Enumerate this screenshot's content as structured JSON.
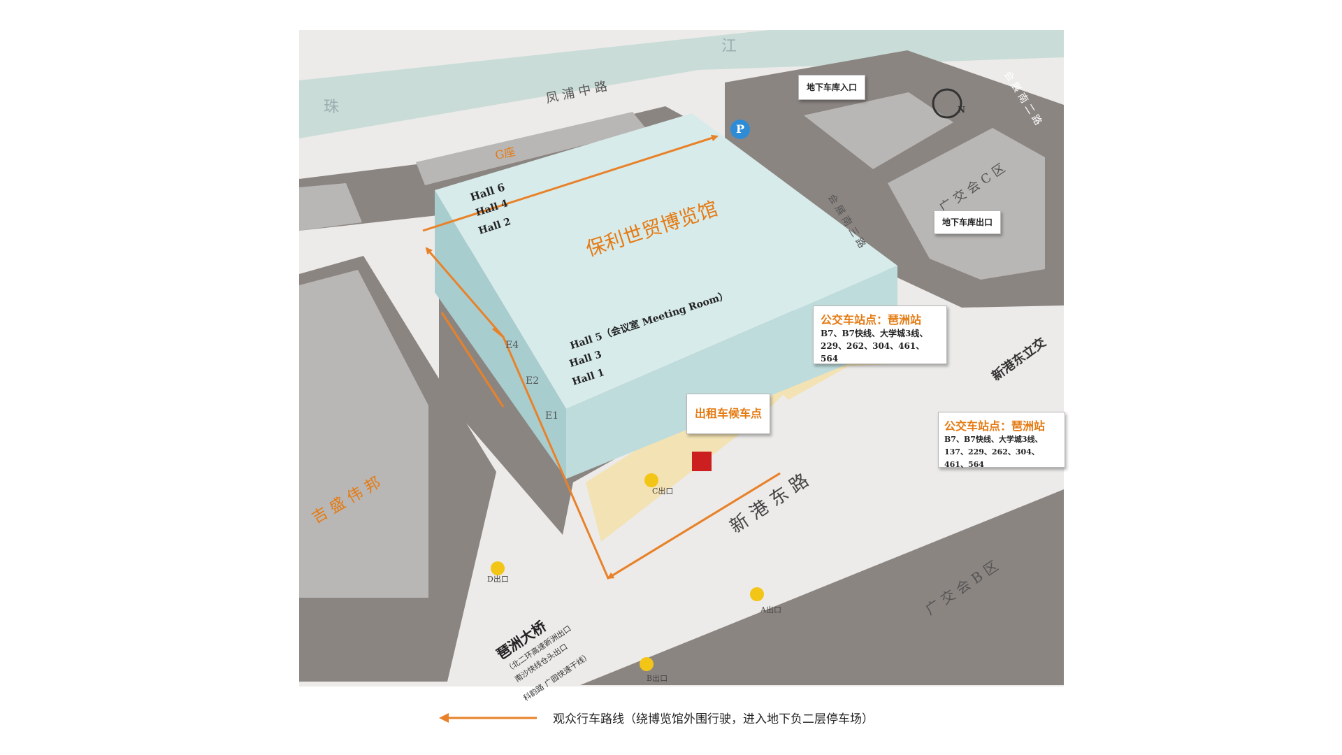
{
  "labels": {
    "zhujiang_zhu": "珠",
    "zhujiang_jiang": "江",
    "fengpu_road": "凤 浦 中 路",
    "g_zone": "G座",
    "building_name": "保利世贸博览馆",
    "huizhan_nan_san": "会 展 南 三 路",
    "huizhan_nan_er": "会 展 南 二 路",
    "canton_fair_c": "广 交 会 C 区",
    "canton_fair_b": "广 交 会 B 区",
    "xingang_dong_road": "新 港 东 路",
    "xingang_interchange": "新港东立交",
    "jisheng_weibang": "吉 盛 伟 邦",
    "pazhou_bridge": "琶洲大桥",
    "pazhou_bridge_sub1": "（北二环高速新洲出口",
    "pazhou_bridge_sub2": "南沙快线仓头出口",
    "pazhou_bridge_sub3": "科韵路 广园快速干线）",
    "hall6": "Hall 6",
    "hall4": "Hall 4",
    "hall2": "Hall 2",
    "hall5": "Hall 5（会议室 Meeting Room）",
    "hall3": "Hall 3",
    "hall1": "Hall 1",
    "e4": "E4",
    "e2": "E2",
    "e1": "E1",
    "exit_c": "C出口",
    "exit_d": "D出口",
    "exit_a": "A出口",
    "exit_b": "B出口",
    "parking_p": "P",
    "compass_n": "N"
  },
  "callouts": {
    "parking_entry": "地下车库入口",
    "parking_exit": "地下车库出口",
    "taxi": "出租车候车点",
    "bus1_title": "公交车站点：琶洲站",
    "bus1_line1": "B7、B7快线、大学城3线、",
    "bus1_line2": "229、262、304、461、564",
    "bus2_title": "公交车站点：琶洲站",
    "bus2_line1": "B7、B7快线、大学城3线、",
    "bus2_line2": "137、229、262、304、461、564"
  },
  "legend": {
    "text": "观众行车路线（绕博览馆外围行驶，进入地下负二层停车场）"
  },
  "colors": {
    "road": "#ecebe9",
    "block": "#8b8582",
    "block_inner": "#b9b7b5",
    "river": "#c9dcd7",
    "building": "#bfdcdc",
    "route": "#e8822a",
    "plaza": "#f3e2b4",
    "accent_text": "#e47a12",
    "metro": "#f3c517"
  }
}
